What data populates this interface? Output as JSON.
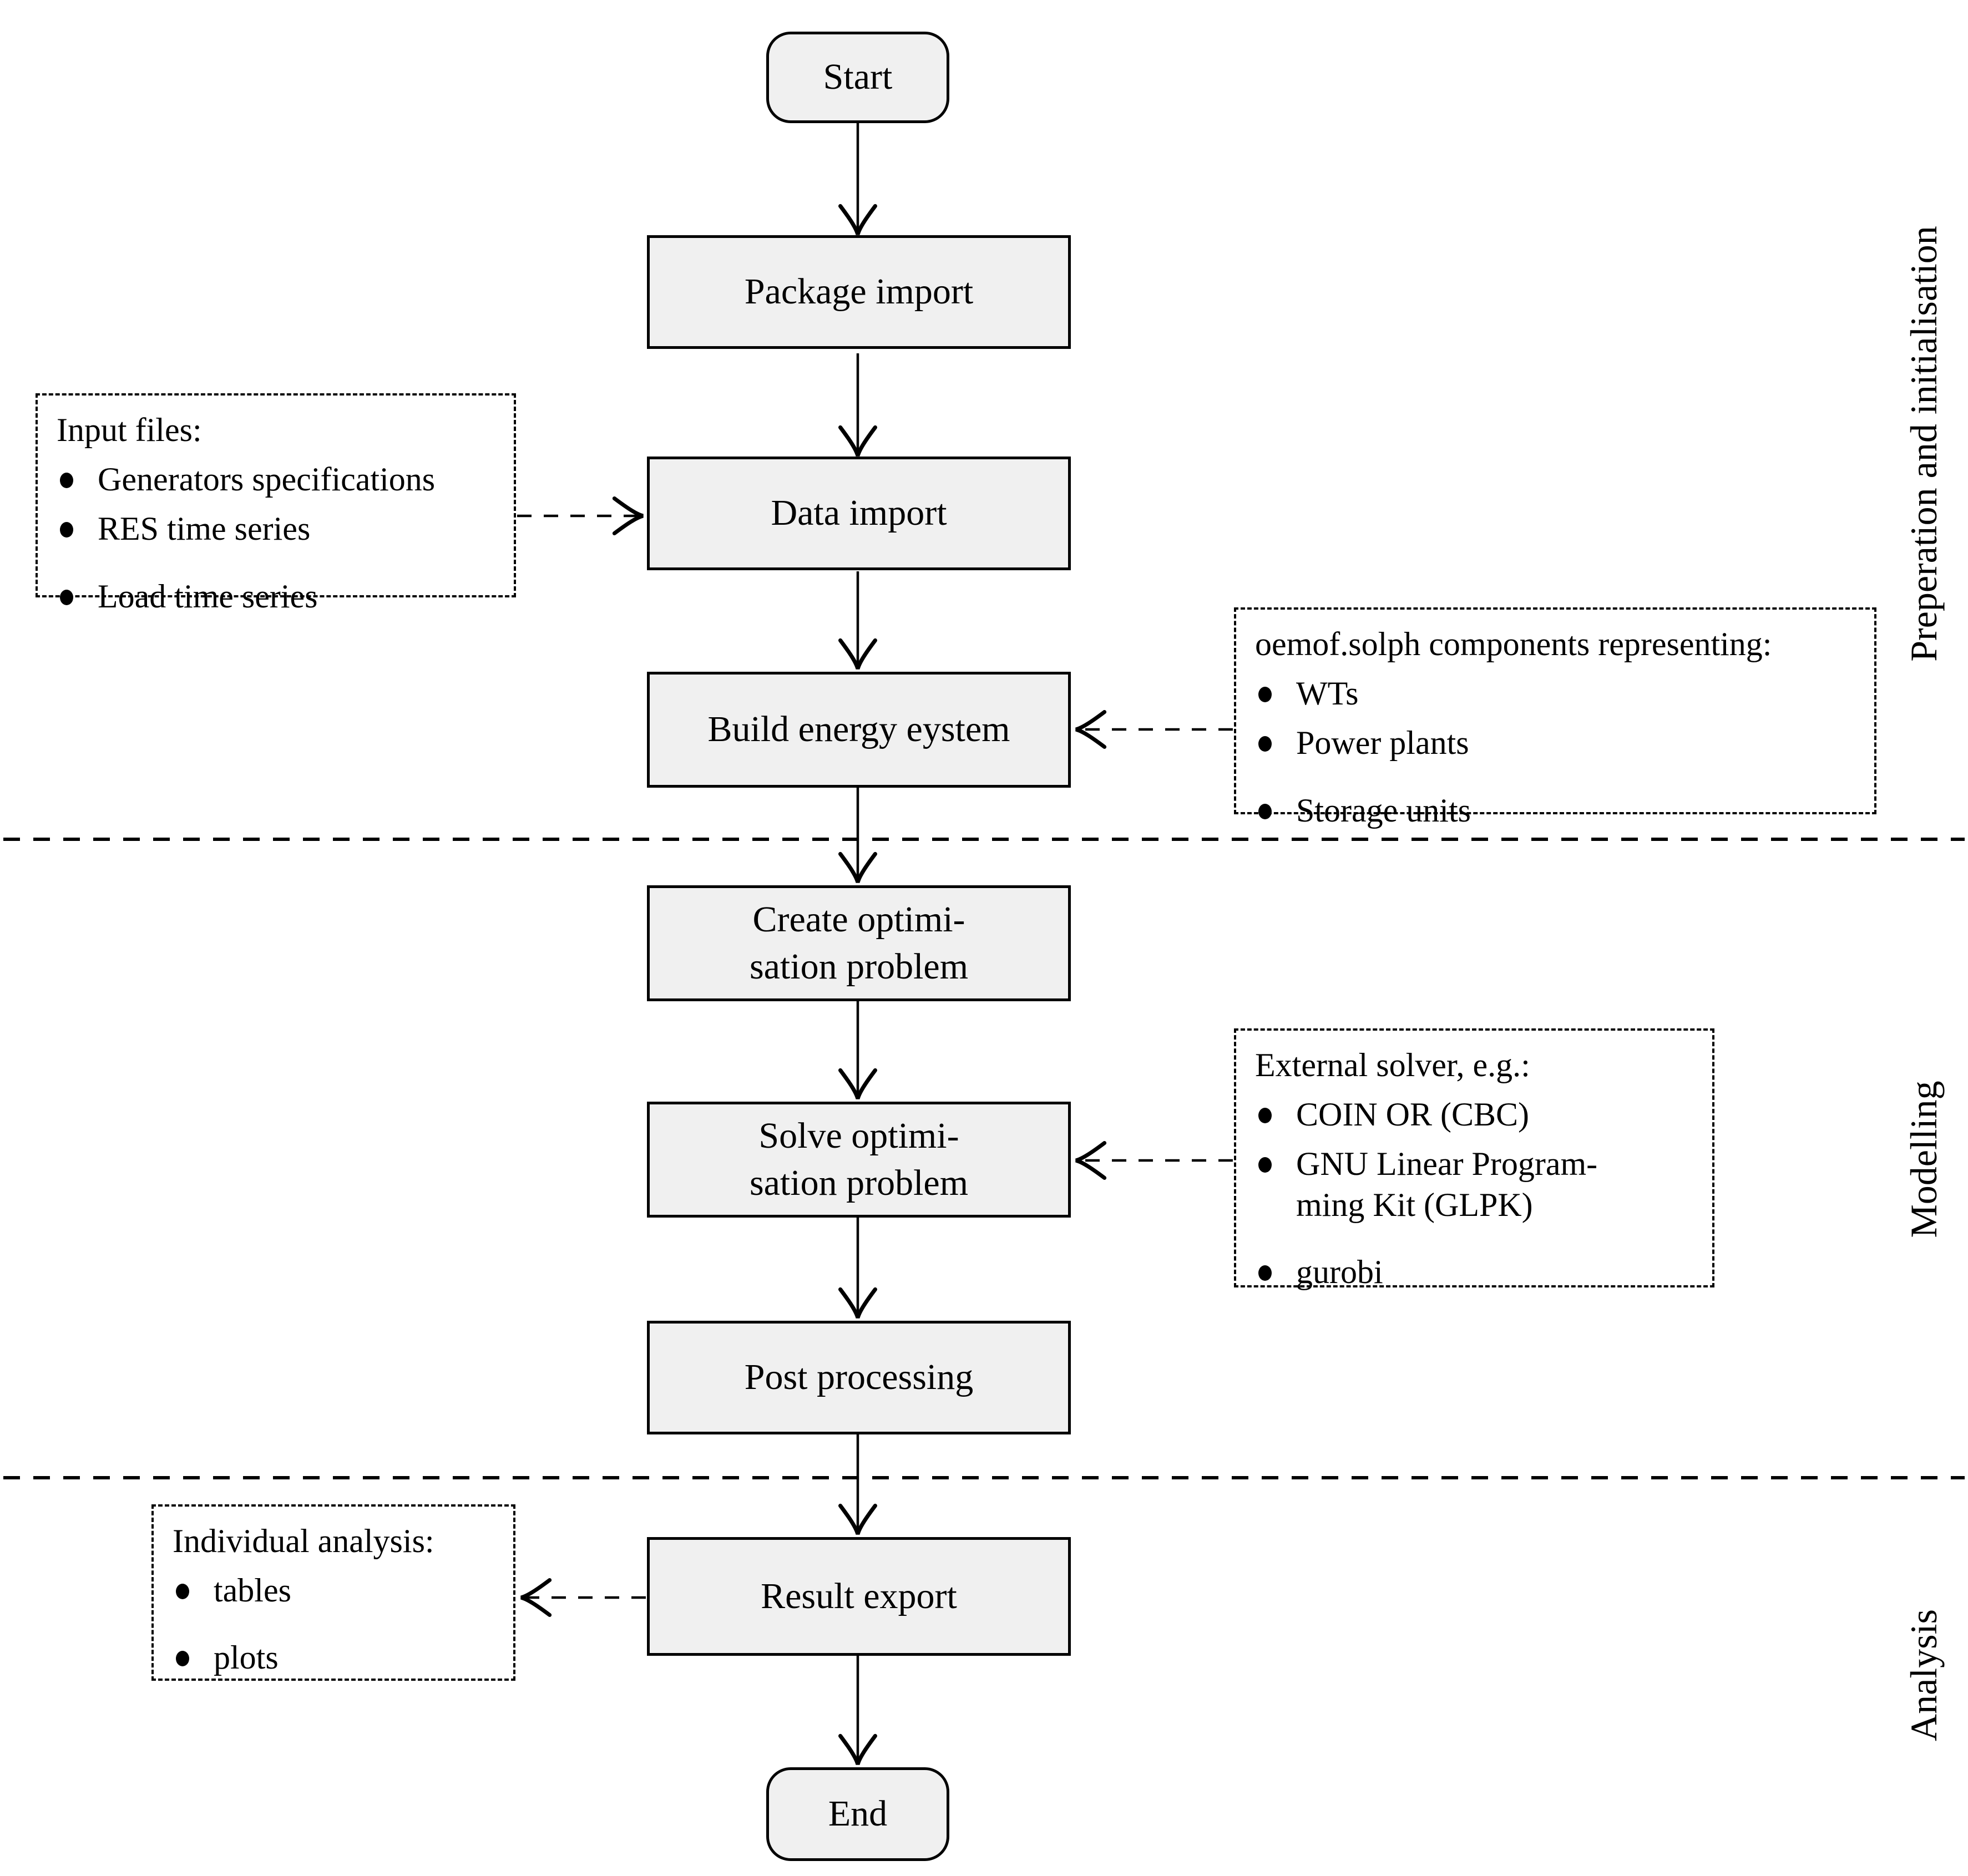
{
  "flow": {
    "start": "Start",
    "package_import": "Package import",
    "data_import": "Data import",
    "build_energy_system": "Build energy eystem",
    "create_optimisation": "Create optimi-\nsation problem",
    "solve_optimisation": "Solve optimi-\nsation problem",
    "post_processing": "Post processing",
    "result_export": "Result export",
    "end": "End"
  },
  "notes": {
    "input_files": {
      "title": "Input files:",
      "items": [
        "Generators specifications",
        "RES time series",
        "Load time series"
      ]
    },
    "components": {
      "title": "oemof.solph components representing:",
      "items": [
        "WTs",
        "Power plants",
        "Storage units"
      ]
    },
    "solver": {
      "title": "External solver, e.g.:",
      "items": [
        "COIN OR (CBC)",
        "GNU Linear Program-\nming Kit (GLPK)",
        "gurobi"
      ]
    },
    "individual_analysis": {
      "title": "Individual analysis:",
      "items": [
        "tables",
        "plots"
      ]
    }
  },
  "sections": {
    "preparation": "Preperation and initialisation",
    "modelling": "Modelling",
    "analysis": "Analysis"
  },
  "colors": {
    "node_fill": "#f0f0f0",
    "line": "#000000",
    "background": "#ffffff"
  }
}
